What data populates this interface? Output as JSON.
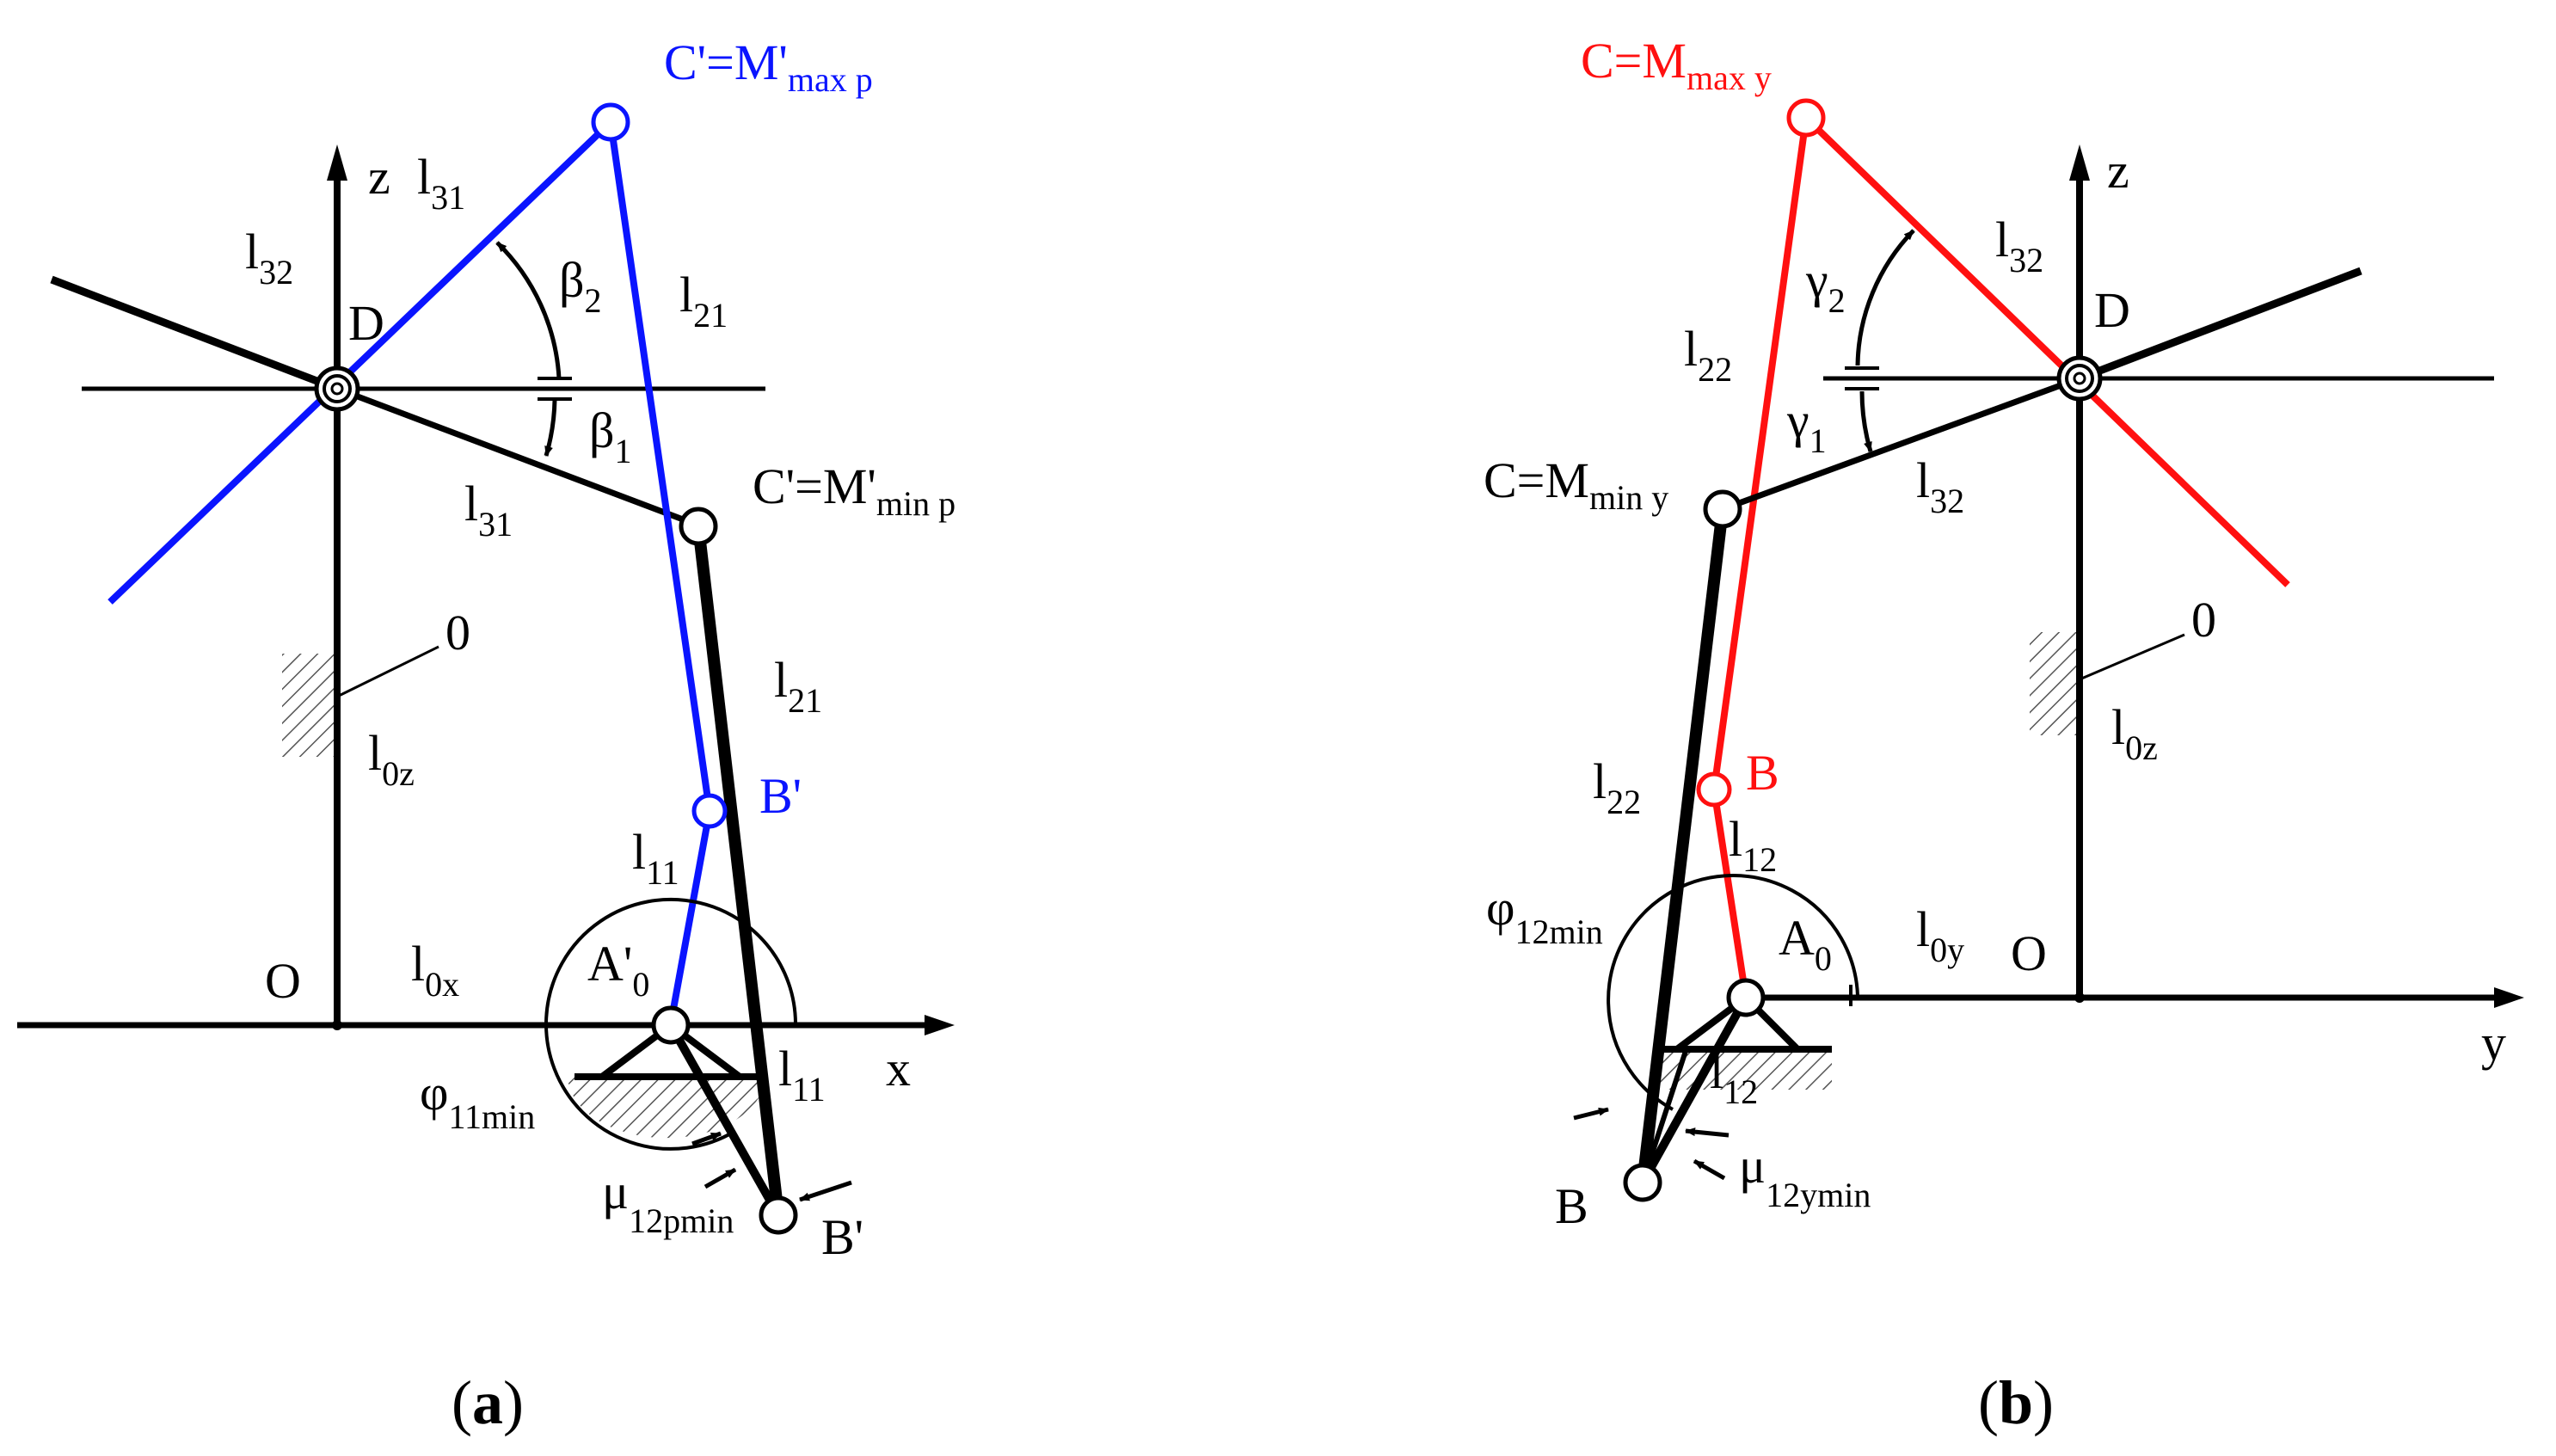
{
  "colors": {
    "black": "#000000",
    "blue": "#0a14ff",
    "red": "#ff1010",
    "hatch": "#555555"
  },
  "panel_a": {
    "caption": {
      "open": "(",
      "letter": "a",
      "close": ")"
    },
    "labels": {
      "z": "z",
      "x": "x",
      "O": "O",
      "D": "D",
      "zero": "0",
      "l31_top": {
        "base": "l",
        "sub": "31"
      },
      "l32": {
        "base": "l",
        "sub": "32"
      },
      "l21_top": {
        "base": "l",
        "sub": "21"
      },
      "l31_mid": {
        "base": "l",
        "sub": "31"
      },
      "l21_mid": {
        "base": "l",
        "sub": "21"
      },
      "l0z": {
        "base": "l",
        "sub": "0z"
      },
      "l11_mid": {
        "base": "l",
        "sub": "11"
      },
      "l0x": {
        "base": "l",
        "sub": "0x"
      },
      "l11_low": {
        "base": "l",
        "sub": "11"
      },
      "beta2": {
        "base": "β",
        "sub": "2"
      },
      "beta1": {
        "base": "β",
        "sub": "1"
      },
      "Cmax": {
        "base": "C'=M'",
        "sub": "max p"
      },
      "Cmin": {
        "base": "C'=M'",
        "sub": "min p"
      },
      "B_blue": "B'",
      "B_black": "B'",
      "A0": {
        "base": "A'",
        "sub": "0"
      },
      "phi11": {
        "base": "φ",
        "sub": "11min"
      },
      "mu12": {
        "base": "μ",
        "sub": "12pmin"
      }
    }
  },
  "panel_b": {
    "caption": {
      "open": "(",
      "letter": "b",
      "close": ")"
    },
    "labels": {
      "z": "z",
      "y": "y",
      "O": "O",
      "D": "D",
      "zero": "0",
      "l32_top": {
        "base": "l",
        "sub": "32"
      },
      "l22_top": {
        "base": "l",
        "sub": "22"
      },
      "l32_mid": {
        "base": "l",
        "sub": "32"
      },
      "l0z": {
        "base": "l",
        "sub": "0z"
      },
      "l22_low": {
        "base": "l",
        "sub": "22"
      },
      "l12_top": {
        "base": "l",
        "sub": "12"
      },
      "l0y": {
        "base": "l",
        "sub": "0y"
      },
      "l12_low": {
        "base": "l",
        "sub": "12"
      },
      "gamma2": {
        "base": "γ",
        "sub": "2"
      },
      "gamma1": {
        "base": "γ",
        "sub": "1"
      },
      "Cmax": {
        "base": "C=M",
        "sub": "max y"
      },
      "Cmin": {
        "base": "C=M",
        "sub": "min y"
      },
      "B_red": "B",
      "B_black": "B",
      "A0": {
        "base": "A",
        "sub": "0"
      },
      "phi12": {
        "base": "φ",
        "sub": "12min"
      },
      "mu12": {
        "base": "μ",
        "sub": "12ymin"
      }
    }
  }
}
